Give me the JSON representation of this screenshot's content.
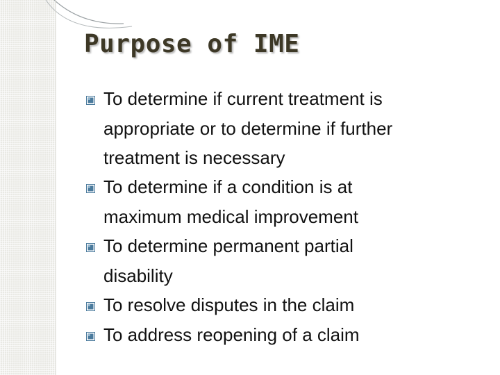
{
  "slide": {
    "title": "Purpose of IME",
    "bullets": [
      {
        "line1": "To determine if current treatment is",
        "line2": "appropriate or to determine if further",
        "line3": "treatment is necessary"
      },
      {
        "line1": "To determine if a condition is at",
        "line2": "maximum medical improvement"
      },
      {
        "line1": "To determine permanent partial",
        "line2": "disability"
      },
      {
        "line1": "To resolve disputes in the claim"
      },
      {
        "line1": "To address reopening of a claim"
      }
    ]
  },
  "colors": {
    "title": "#3d3826",
    "bullet_text": "#111111",
    "bullet_icon": "#4a7a9c",
    "left_band": "#e9e9e4",
    "arc": "#9aa0a3"
  },
  "icons": {
    "bullet": "checkbox-bullet-icon"
  }
}
